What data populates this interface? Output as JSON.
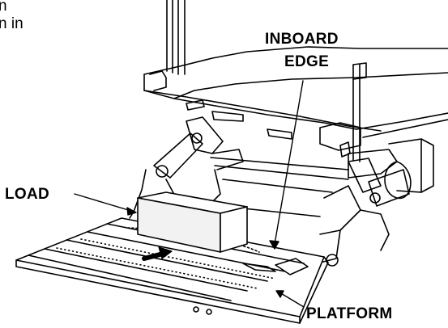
{
  "caption_fragments": {
    "line1": "n",
    "line2": "n in"
  },
  "labels": {
    "inboard_line1": "INBOARD",
    "inboard_line2": "EDGE",
    "load": "LOAD",
    "platform": "PLATFORM"
  },
  "colors": {
    "ink": "#000000",
    "paper": "#ffffff",
    "box_fill": "#f2f2f2"
  }
}
